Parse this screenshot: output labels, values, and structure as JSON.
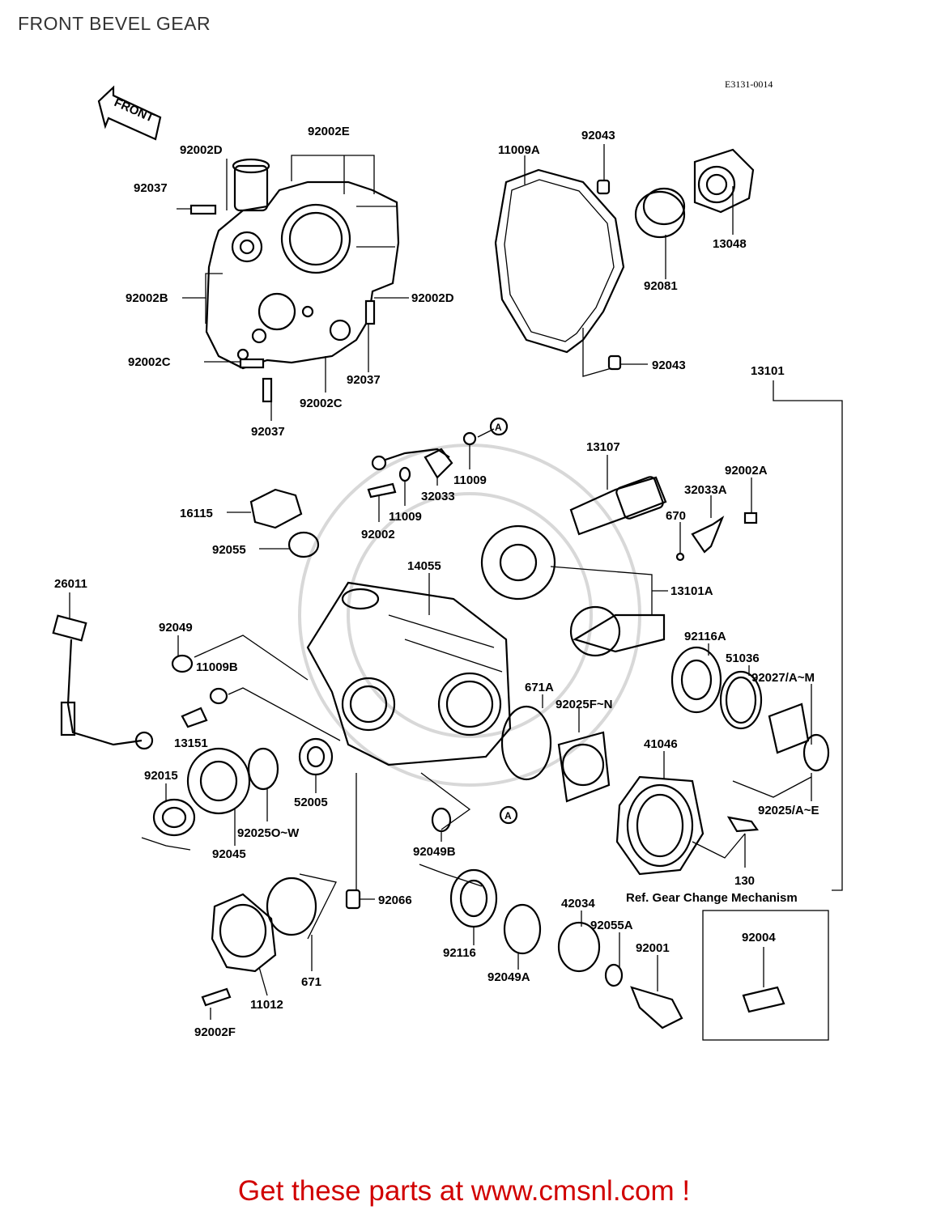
{
  "title": "FRONT BEVEL GEAR",
  "diagram_code": "E3131-0014",
  "front_arrow_label": "FRONT",
  "ref_note": "Ref. Gear Change Mechanism",
  "footer": "Get these parts at www.cmsnl.com !",
  "labels": {
    "p92002E": "92002E",
    "p92002D_a": "92002D",
    "p92037_a": "92037",
    "p92002B": "92002B",
    "p92002D_b": "92002D",
    "p92002C_a": "92002C",
    "p92037_b": "92037",
    "p92002C_b": "92002C",
    "p92037_c": "92037",
    "p11009A": "11009A",
    "p92043_a": "92043",
    "p13048": "13048",
    "p92081": "92081",
    "p92043_b": "92043",
    "p13101": "13101",
    "p11009_a": "11009",
    "p32033": "32033",
    "p11009_b": "11009",
    "p92002": "92002",
    "p13107": "13107",
    "p92002A": "92002A",
    "p32033A": "32033A",
    "p670": "670",
    "p16115": "16115",
    "p92055": "92055",
    "p26011": "26011",
    "p14055": "14055",
    "p13101A": "13101A",
    "p92049": "92049",
    "p11009B": "11009B",
    "p92116A": "92116A",
    "p51036": "51036",
    "p92027": "92027/A~M",
    "p671A": "671A",
    "p92025FN": "92025F~N",
    "p13151": "13151",
    "p41046": "41046",
    "p92015": "92015",
    "p52005": "52005",
    "p92025OW": "92025O~W",
    "p92025AE": "92025/A~E",
    "p92045": "92045",
    "p92049B": "92049B",
    "p130": "130",
    "p92066": "92066",
    "p42034": "42034",
    "p92055A": "92055A",
    "p92004": "92004",
    "p92116": "92116",
    "p92049A": "92049A",
    "p92001": "92001",
    "p671": "671",
    "p11012": "11012",
    "p92002F": "92002F",
    "circle_a": "A"
  }
}
